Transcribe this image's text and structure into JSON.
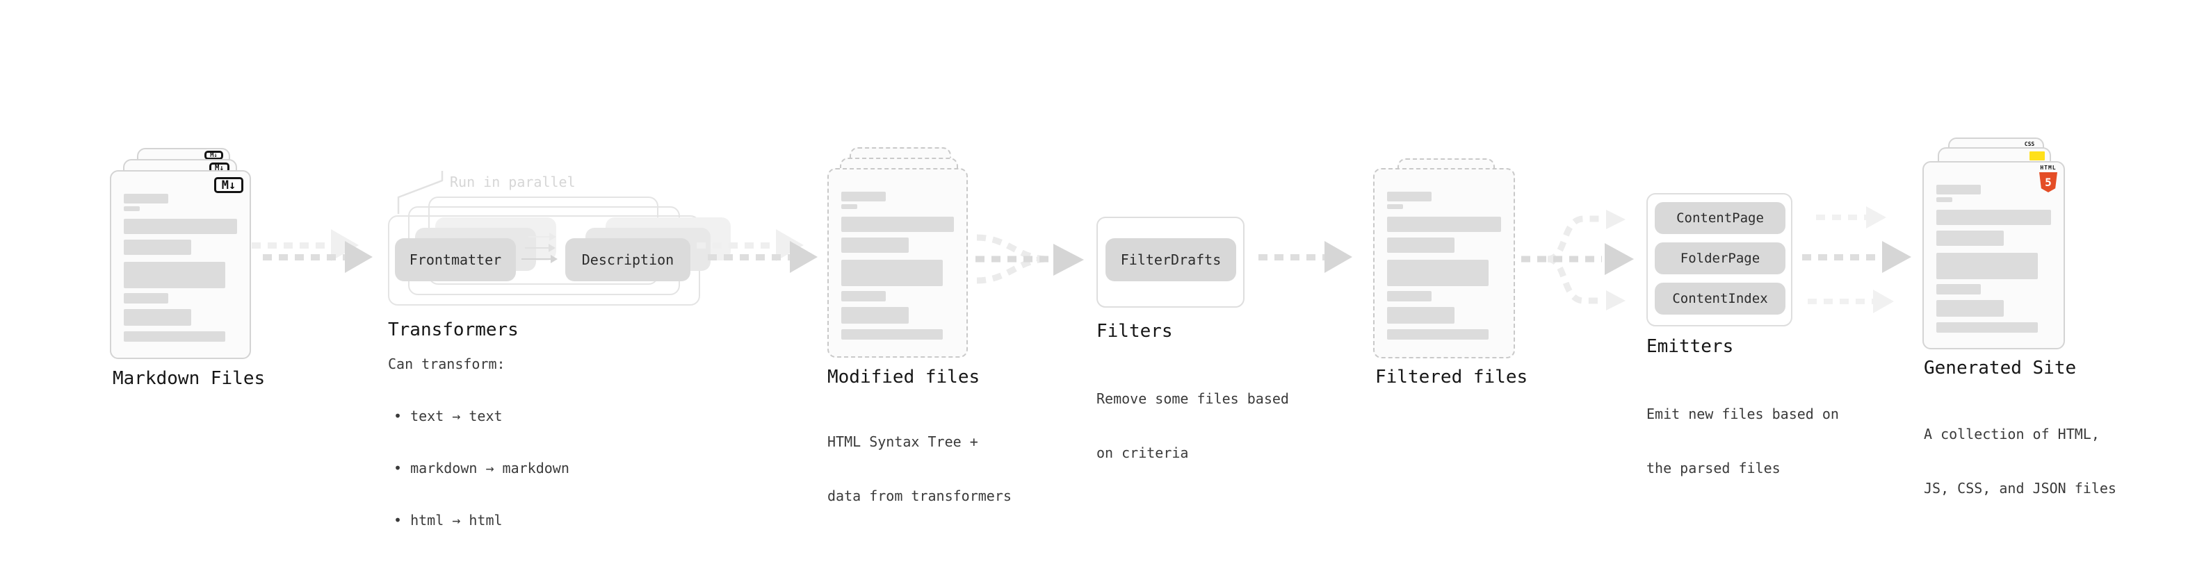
{
  "diagram": {
    "markdown_files": {
      "label": "Markdown Files",
      "badge": "M↓"
    },
    "transformers": {
      "parallel_note": "Run in parallel",
      "input_pill": "Frontmatter",
      "output_pill": "Description",
      "heading": "Transformers",
      "description_title": "Can transform:",
      "bullets": [
        "• text → text",
        "• markdown → markdown",
        "• html → html"
      ]
    },
    "modified_files": {
      "heading": "Modified files",
      "description_line1": "HTML Syntax Tree +",
      "description_line2": "data from transformers"
    },
    "filters": {
      "pill": "FilterDrafts",
      "heading": "Filters",
      "description_line1": "Remove some files based",
      "description_line2": "on criteria"
    },
    "filtered_files": {
      "heading": "Filtered files"
    },
    "emitters": {
      "pills": [
        "ContentPage",
        "FolderPage",
        "ContentIndex"
      ],
      "heading": "Emitters",
      "description_line1": "Emit new files based on",
      "description_line2": "the parsed files"
    },
    "generated_site": {
      "heading": "Generated Site",
      "description_line1": "A collection of HTML,",
      "description_line2": "JS, CSS, and JSON files",
      "css_badge": "CSS",
      "html_badge": "HTML",
      "html_number": "5"
    }
  },
  "colors": {
    "html5_orange": "#e44d26",
    "js_yellow": "#ffe01a",
    "css_blue": "#2d6ae3"
  }
}
